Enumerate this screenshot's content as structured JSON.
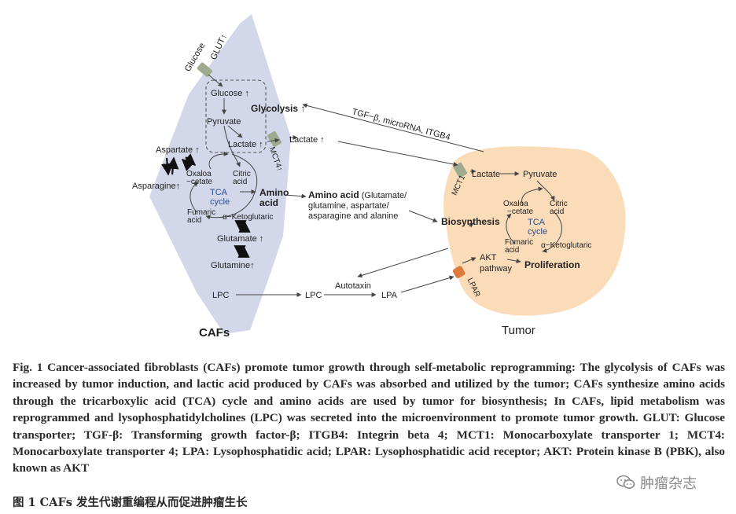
{
  "diagram": {
    "left_cell_label": "CAFs",
    "right_cell_label": "Tumor",
    "caf": {
      "glucose_outside": "Glucose",
      "glut": "GLUT↑",
      "glucose": "Glucose ↑",
      "pyruvate": "Pyruvate",
      "lactate": "Lactate ↑",
      "glycolysis": "Glycolysis ↑",
      "aspartate": "Aspartate ↑",
      "asparagine": "Asparagine↑",
      "oxaloacetate_1": "Oxaloa",
      "oxaloacetate_2": "−cetate",
      "citric_1": "Citric",
      "citric_2": "acid",
      "tca_1": "TCA",
      "tca_2": "cycle",
      "fumaric_1": "Fumaric",
      "fumaric_2": "acid",
      "ketoglutaric": "α−Ketoglutaric",
      "glutamate": "Glutamate ↑",
      "glutamine": "Glutamine↑",
      "amino_acid_1": "Amino",
      "amino_acid_2": "acid",
      "mct4": "MCT4↑",
      "lpc": "LPC"
    },
    "middle": {
      "lactate": "Lactate ↑",
      "signal": "TGF−β, microRNA, ITGB4",
      "amino_acid_title": "Amino acid",
      "amino_acid_rest": " (Glutamate/",
      "amino_acid_line2": "glutamine, aspartate/",
      "amino_acid_line3": "asparagine and alanine",
      "lpc": "LPC",
      "autotaxin": "Autotaxin",
      "lpa": "LPA"
    },
    "tumor": {
      "mct1": "MCT1",
      "lactate": "Lactate",
      "pyruvate": "Pyruvate",
      "oxaloacetate_1": "Oxaloa",
      "oxaloacetate_2": "−cetate",
      "citric_1": "Citric",
      "citric_2": "acid",
      "tca_1": "TCA",
      "tca_2": "cycle",
      "fumaric_1": "Fumaric",
      "fumaric_2": "acid",
      "ketoglutaric": "α−Ketoglutaric",
      "biosynthesis": "Biosynthesis",
      "akt_1": "AKT",
      "akt_2": "pathway",
      "proliferation": "Proliferation",
      "lpar": "LPAR"
    },
    "colors": {
      "caf_fill": "#d3d7ea",
      "tumor_fill": "#fbdcb8",
      "transporter": "#9faa8e",
      "lpar": "#e07a3c",
      "tca_text": "#2b4c8c"
    }
  },
  "caption": "Fig. 1    Cancer-associated fibroblasts (CAFs) promote tumor growth through self-metabolic reprogramming: The glycolysis of CAFs was increased by tumor induction, and lactic acid produced by CAFs was absorbed and utilized by the tumor; CAFs synthesize amino acids through the tricarboxylic acid (TCA) cycle and amino acids are used by tumor for biosynthesis; In CAFs, lipid metabolism was reprogrammed and lysophosphatidylcholines (LPC) was secreted into the microenvironment to promote tumor growth. GLUT: Glucose transporter; TGF-β: Transforming growth factor-β; ITGB4: Integrin beta 4; MCT1: Monocarboxylate transporter 1; MCT4: Monocarboxylate transporter 4; LPA: Lysophosphatidic acid; LPAR: Lysophosphatidic acid receptor; AKT: Protein kinase B (PBK), also known as AKT",
  "cn_caption": "图 1    CAFs 发生代谢重编程从而促进肿瘤生长",
  "watermark": "肿瘤杂志"
}
